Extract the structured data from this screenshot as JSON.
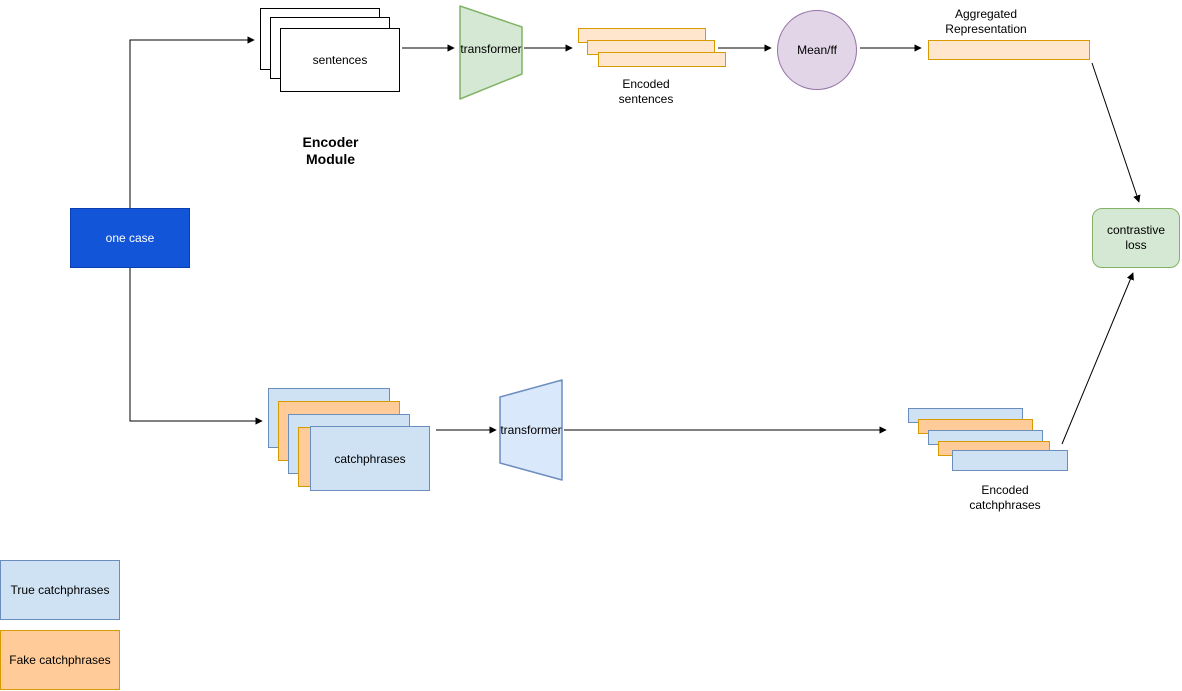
{
  "diagram": {
    "nodes": {
      "one_case": {
        "label": "one case"
      },
      "sentences_stack": {
        "label": "sentences"
      },
      "encoder_module": {
        "label": "Encoder Module"
      },
      "transformer_sentences": {
        "label": "transformer"
      },
      "encoded_sentences": {
        "label": "Encoded sentences"
      },
      "mean_ff": {
        "label": "Mean/ff"
      },
      "aggregated_representation": {
        "label": "Aggregated Representation"
      },
      "contrastive_loss": {
        "label": "contrastive loss"
      },
      "catchphrases_stack": {
        "label": "catchphrases"
      },
      "transformer_catchphrases": {
        "label": "transformer"
      },
      "encoded_catchphrases": {
        "label": "Encoded catchphrases"
      }
    },
    "legend": {
      "items": [
        {
          "label": "True catchphrases",
          "color": "#cfe2f3"
        },
        {
          "label": "Fake catchphrases",
          "color": "#ffcc99"
        }
      ]
    },
    "colors": {
      "case_blue": "#1355d8",
      "true_blue_fill": "#cfe2f3",
      "blue_border": "#6c8ebf",
      "fake_orange_fill": "#ffcc99",
      "encoded_orange_fill": "#ffe6cc",
      "orange_border": "#d79b00",
      "green_fill": "#d5e8d4",
      "green_border": "#82b366",
      "purple_fill": "#e1d5e7",
      "purple_border": "#9673a6",
      "edge": "#000000"
    }
  }
}
